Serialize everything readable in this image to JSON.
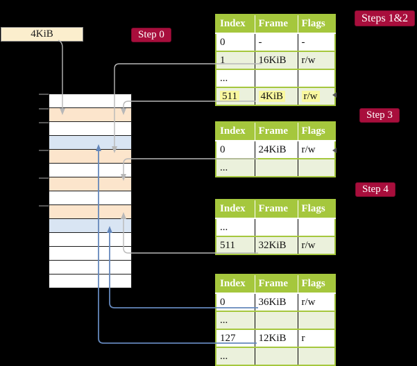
{
  "background": "#000000",
  "frame_box": {
    "label": "4KiB"
  },
  "badges": {
    "step0": "Step 0",
    "steps12": "Steps 1&2",
    "step3": "Step 3",
    "step4": "Step 4"
  },
  "memory_strip": {
    "row_colors": [
      "white",
      "peach",
      "white",
      "blue",
      "peach",
      "white",
      "peach",
      "white",
      "peach",
      "blue",
      "white",
      "white",
      "white",
      "white"
    ],
    "palette": {
      "white": "#ffffff",
      "peach": "#fce5cc",
      "blue": "#d9e5f3"
    }
  },
  "tables": [
    {
      "id": "table-steps-1-2",
      "headers": [
        "Index",
        "Frame",
        "Flags"
      ],
      "rows": [
        {
          "cells": [
            "0",
            "-",
            "-"
          ]
        },
        {
          "cells": [
            "1",
            "16KiB",
            "r/w"
          ]
        },
        {
          "cells": [
            "...",
            "",
            ""
          ]
        },
        {
          "cells": [
            "511",
            "4KiB",
            "r/w"
          ],
          "highlight": true
        }
      ]
    },
    {
      "id": "table-step-3",
      "headers": [
        "Index",
        "Frame",
        "Flags"
      ],
      "rows": [
        {
          "cells": [
            "0",
            "24KiB",
            "r/w"
          ]
        },
        {
          "cells": [
            "...",
            "",
            ""
          ]
        }
      ]
    },
    {
      "id": "table-step-4",
      "headers": [
        "Index",
        "Frame",
        "Flags"
      ],
      "rows": [
        {
          "cells": [
            "...",
            "",
            ""
          ]
        },
        {
          "cells": [
            "511",
            "32KiB",
            "r/w"
          ]
        }
      ]
    },
    {
      "id": "table-final",
      "headers": [
        "Index",
        "Frame",
        "Flags"
      ],
      "rows": [
        {
          "cells": [
            "0",
            "36KiB",
            "r/w"
          ]
        },
        {
          "cells": [
            "...",
            "",
            ""
          ]
        },
        {
          "cells": [
            "127",
            "12KiB",
            "r"
          ]
        },
        {
          "cells": [
            "...",
            "",
            ""
          ]
        }
      ]
    }
  ],
  "connectors": [
    {
      "id": "arrow-framebox-to-memory-4kib",
      "color": "gray"
    },
    {
      "id": "arrow-entry1-16kib-to-memory",
      "color": "gray"
    },
    {
      "id": "arrow-entry511-4kib-to-memory",
      "color": "gray"
    },
    {
      "id": "arrow-entry0-24kib-to-memory",
      "color": "gray"
    },
    {
      "id": "arrow-entry511-32kib-to-memory",
      "color": "gray"
    },
    {
      "id": "arrow-entry0-36kib-to-memory",
      "color": "blue"
    },
    {
      "id": "arrow-entry127-12kib-to-memory",
      "color": "blue"
    }
  ],
  "colors": {
    "table_header": "#a5c73d",
    "table_row_alt": "#ebf1dc",
    "highlight": "#f9f89f",
    "badge_red": "#a80e3c",
    "connector_gray": "#b8b8b8",
    "connector_blue": "#6487bb",
    "memory_peach": "#fce5cc",
    "memory_blue": "#d9e5f3",
    "frame_box_bg": "#fbeecd"
  }
}
